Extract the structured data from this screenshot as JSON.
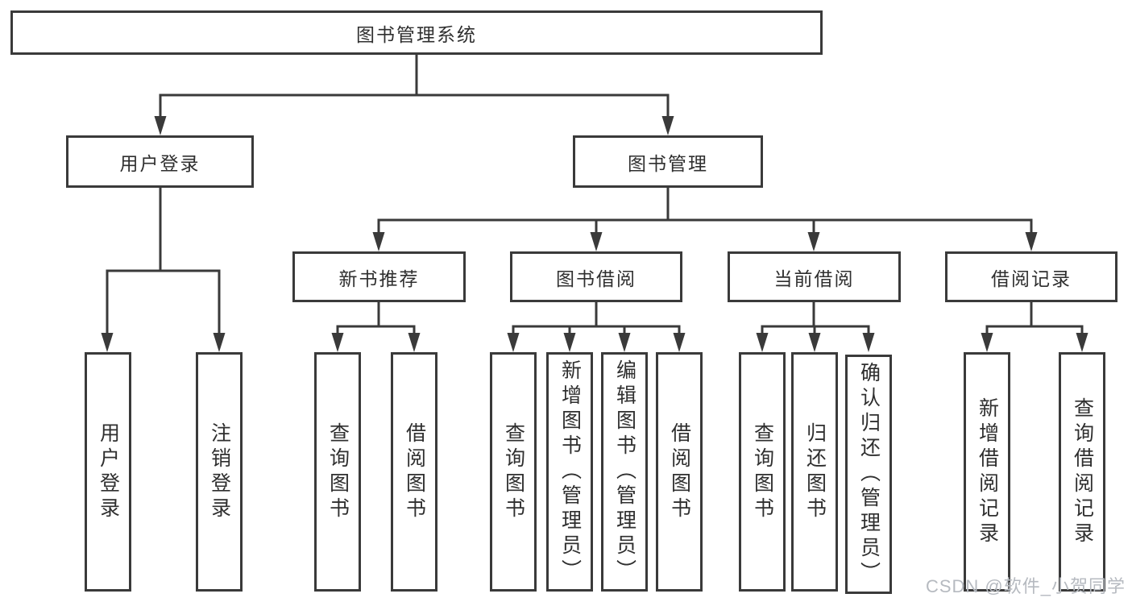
{
  "root": {
    "label": "图书管理系统"
  },
  "branches": [
    {
      "label": "用户登录",
      "children": [
        {
          "label": "用户登录"
        },
        {
          "label": "注销登录"
        }
      ]
    },
    {
      "label": "图书管理",
      "children": [
        {
          "label": "新书推荐",
          "children": [
            {
              "label": "查询图书"
            },
            {
              "label": "借阅图书"
            }
          ]
        },
        {
          "label": "图书借阅",
          "children": [
            {
              "label": "查询图书"
            },
            {
              "label": "新增图书（管理员）"
            },
            {
              "label": "编辑图书（管理员）"
            },
            {
              "label": "借阅图书"
            }
          ]
        },
        {
          "label": "当前借阅",
          "children": [
            {
              "label": "查询图书"
            },
            {
              "label": "归还图书"
            },
            {
              "label": "确认归还（管理员）"
            }
          ]
        },
        {
          "label": "借阅记录",
          "children": [
            {
              "label": "新增借阅记录"
            },
            {
              "label": "查询借阅记录"
            }
          ]
        }
      ]
    }
  ],
  "watermark": {
    "text": "CSDN @软件_小贺同学"
  },
  "colors": {
    "line": "#3a3a3a",
    "box_border": "#3a3a3a",
    "box_fill": "#ffffff",
    "text": "#2f2f2f",
    "watermark": "#b6bac0",
    "background": "#ffffff"
  }
}
